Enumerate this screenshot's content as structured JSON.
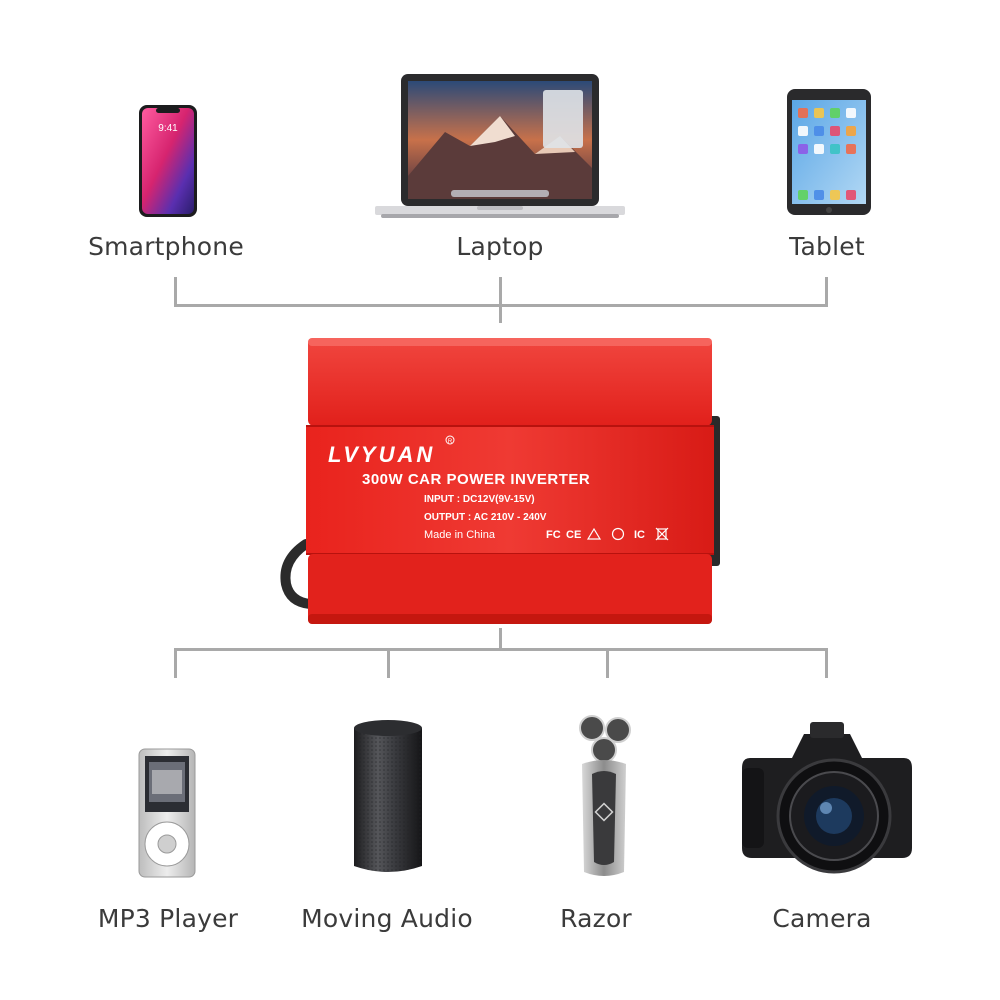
{
  "devices_top": [
    {
      "label": "Smartphone",
      "icon": "smartphone-icon"
    },
    {
      "label": "Laptop",
      "icon": "laptop-icon"
    },
    {
      "label": "Tablet",
      "icon": "tablet-icon"
    }
  ],
  "devices_bottom": [
    {
      "label": "MP3 Player",
      "icon": "mp3-player-icon"
    },
    {
      "label": "Moving Audio",
      "icon": "speaker-icon"
    },
    {
      "label": "Razor",
      "icon": "razor-icon"
    },
    {
      "label": "Camera",
      "icon": "camera-icon"
    }
  ],
  "inverter": {
    "brand": "LVYUAN",
    "trademark": "R",
    "model": "300W CAR POWER INVERTER",
    "input": "INPUT : DC12V(9V-15V)",
    "output": "OUTPUT : AC 210V - 240V",
    "made_in": "Made in China",
    "cert_fc": "FC",
    "cert_ce": "CE",
    "cert_ic": "IC",
    "phone_time": "9:41",
    "body_color": "#e8211c",
    "body_dark": "#b7140f",
    "connector_color": "#a9a9a9"
  }
}
